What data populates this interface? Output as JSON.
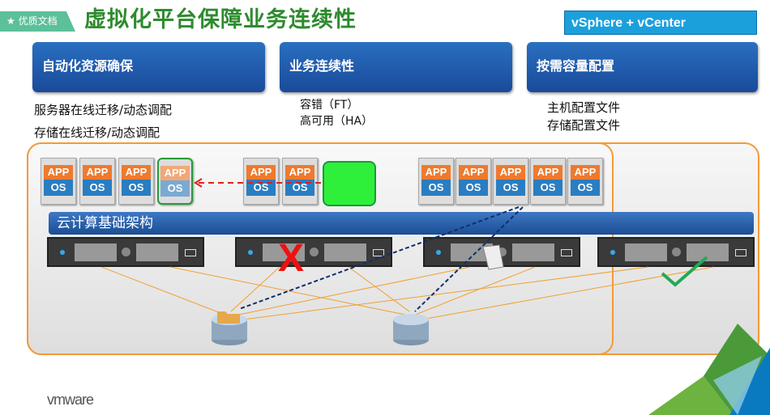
{
  "title": "虚拟化平台保障业务连续性",
  "badge": {
    "label": "优质文档",
    "icon": "star-icon"
  },
  "product": "vSphere + vCenter",
  "columns": [
    {
      "header": "自动化资源确保",
      "items": [
        "服务器在线迁移/动态调配",
        "存储在线迁移/动态调配"
      ]
    },
    {
      "header": "业务连续性",
      "items": [
        "容错（FT）",
        "高可用（HA）"
      ]
    },
    {
      "header": "按需容量配置",
      "items": [
        "主机配置文件",
        "存储配置文件"
      ]
    }
  ],
  "infra_label": "云计算基础架构",
  "vm": {
    "app": "APP",
    "os": "OS"
  },
  "logo": "vmware",
  "colors": {
    "title": "#2e8b2e",
    "header": "#1a4a9a",
    "accent": "#f39a3a",
    "failed": "#ee1111",
    "ok": "#22aa55"
  }
}
